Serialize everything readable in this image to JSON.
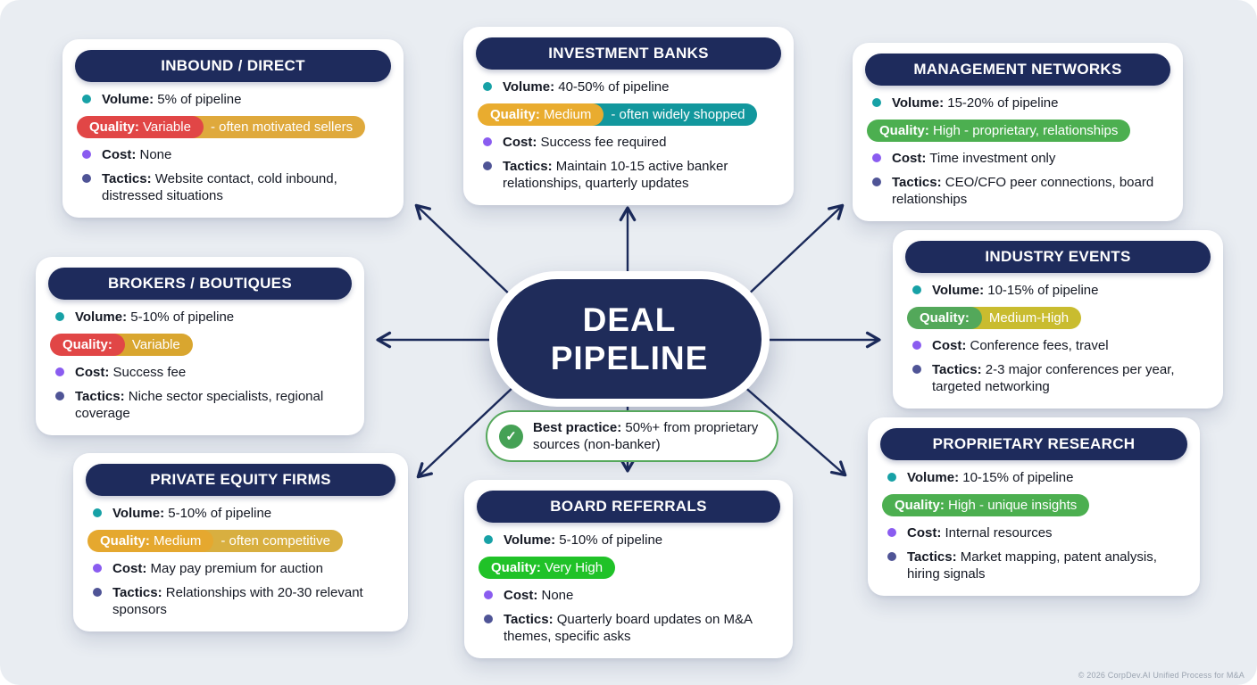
{
  "hub": {
    "line1": "DEAL",
    "line2": "PIPELINE"
  },
  "best_practice": {
    "bold": "Best practice:",
    "text": " 50%+ from proprietary sources (non-banker)",
    "check_icon": "✓"
  },
  "footer": {
    "copyright": "© 2026 CorpDev.AI Unified Process for M&A"
  },
  "labels": {
    "volume": "Volume:",
    "quality": "Quality:",
    "cost": "Cost:",
    "tactics": "Tactics:"
  },
  "colors": {
    "background": "#E9EDF2",
    "header_navy": "#1E2B5C",
    "hub_navy": "#1F2C5A",
    "arrow": "#1B2A5A",
    "bullet_volume": "#17A1A6",
    "bullet_cost": "#8A5CF0",
    "bullet_tactics": "#4F5496",
    "callout_border": "#56A85C",
    "callout_icon": "#45A155",
    "text": "#141823"
  },
  "cards": [
    {
      "id": "inbound-direct",
      "title": "INBOUND / DIRECT",
      "volume": "5% of pipeline",
      "quality": [
        {
          "text": "Quality: Variable",
          "color": "#E14646"
        },
        {
          "text": "- often motivated sellers",
          "color": "#DFA93C"
        }
      ],
      "cost": "None",
      "tactics": "Website contact, cold inbound, distressed situations"
    },
    {
      "id": "investment-banks",
      "title": "INVESTMENT BANKS",
      "volume": "40-50% of pipeline",
      "quality": [
        {
          "text": "Quality: Medium",
          "color": "#E9AC2F"
        },
        {
          "text": "- often widely shopped",
          "color": "#12979D"
        }
      ],
      "cost": "Success fee required",
      "tactics": "Maintain 10-15 active banker relationships, quarterly updates"
    },
    {
      "id": "management-networks",
      "title": "MANAGEMENT NETWORKS",
      "volume": "15-20% of pipeline",
      "quality": [
        {
          "text": "Quality: High - proprietary, relationships",
          "color": "#4CAF50"
        }
      ],
      "cost": "Time investment only",
      "tactics": "CEO/CFO peer connections, board relationships"
    },
    {
      "id": "brokers-boutiques",
      "title": "BROKERS / BOUTIQUES",
      "volume": "5-10% of pipeline",
      "quality": [
        {
          "text": "Quality:",
          "color": "#E14646"
        },
        {
          "text": "Variable",
          "color": "#D9A62F"
        }
      ],
      "cost": "Success fee",
      "tactics": "Niche sector specialists, regional coverage"
    },
    {
      "id": "industry-events",
      "title": "INDUSTRY EVENTS",
      "volume": "10-15% of pipeline",
      "quality": [
        {
          "text": "Quality:",
          "color": "#53A85A"
        },
        {
          "text": "Medium-High",
          "color": "#C9BC2F"
        }
      ],
      "cost": "Conference fees, travel",
      "tactics": "2-3 major conferences per year, targeted networking"
    },
    {
      "id": "private-equity-firms",
      "title": "PRIVATE EQUITY FIRMS",
      "volume": "5-10% of pipeline",
      "quality": [
        {
          "text": "Quality: Medium",
          "color": "#E5A82F"
        },
        {
          "text": "- often competitive",
          "color": "#D8AF40"
        }
      ],
      "cost": "May pay premium for auction",
      "tactics": "Relationships with 20-30 relevant sponsors"
    },
    {
      "id": "board-referrals",
      "title": "BOARD REFERRALS",
      "volume": "5-10% of pipeline",
      "quality": [
        {
          "text": "Quality: Very High",
          "color": "#20C228"
        }
      ],
      "cost": "None",
      "tactics": "Quarterly board updates on M&A themes, specific asks"
    },
    {
      "id": "proprietary-research",
      "title": "PROPRIETARY RESEARCH",
      "volume": "10-15% of pipeline",
      "quality": [
        {
          "text": "Quality: High - unique insights",
          "color": "#4CAF50"
        }
      ],
      "cost": "Internal resources",
      "tactics": "Market mapping, patent analysis, hiring signals"
    }
  ]
}
